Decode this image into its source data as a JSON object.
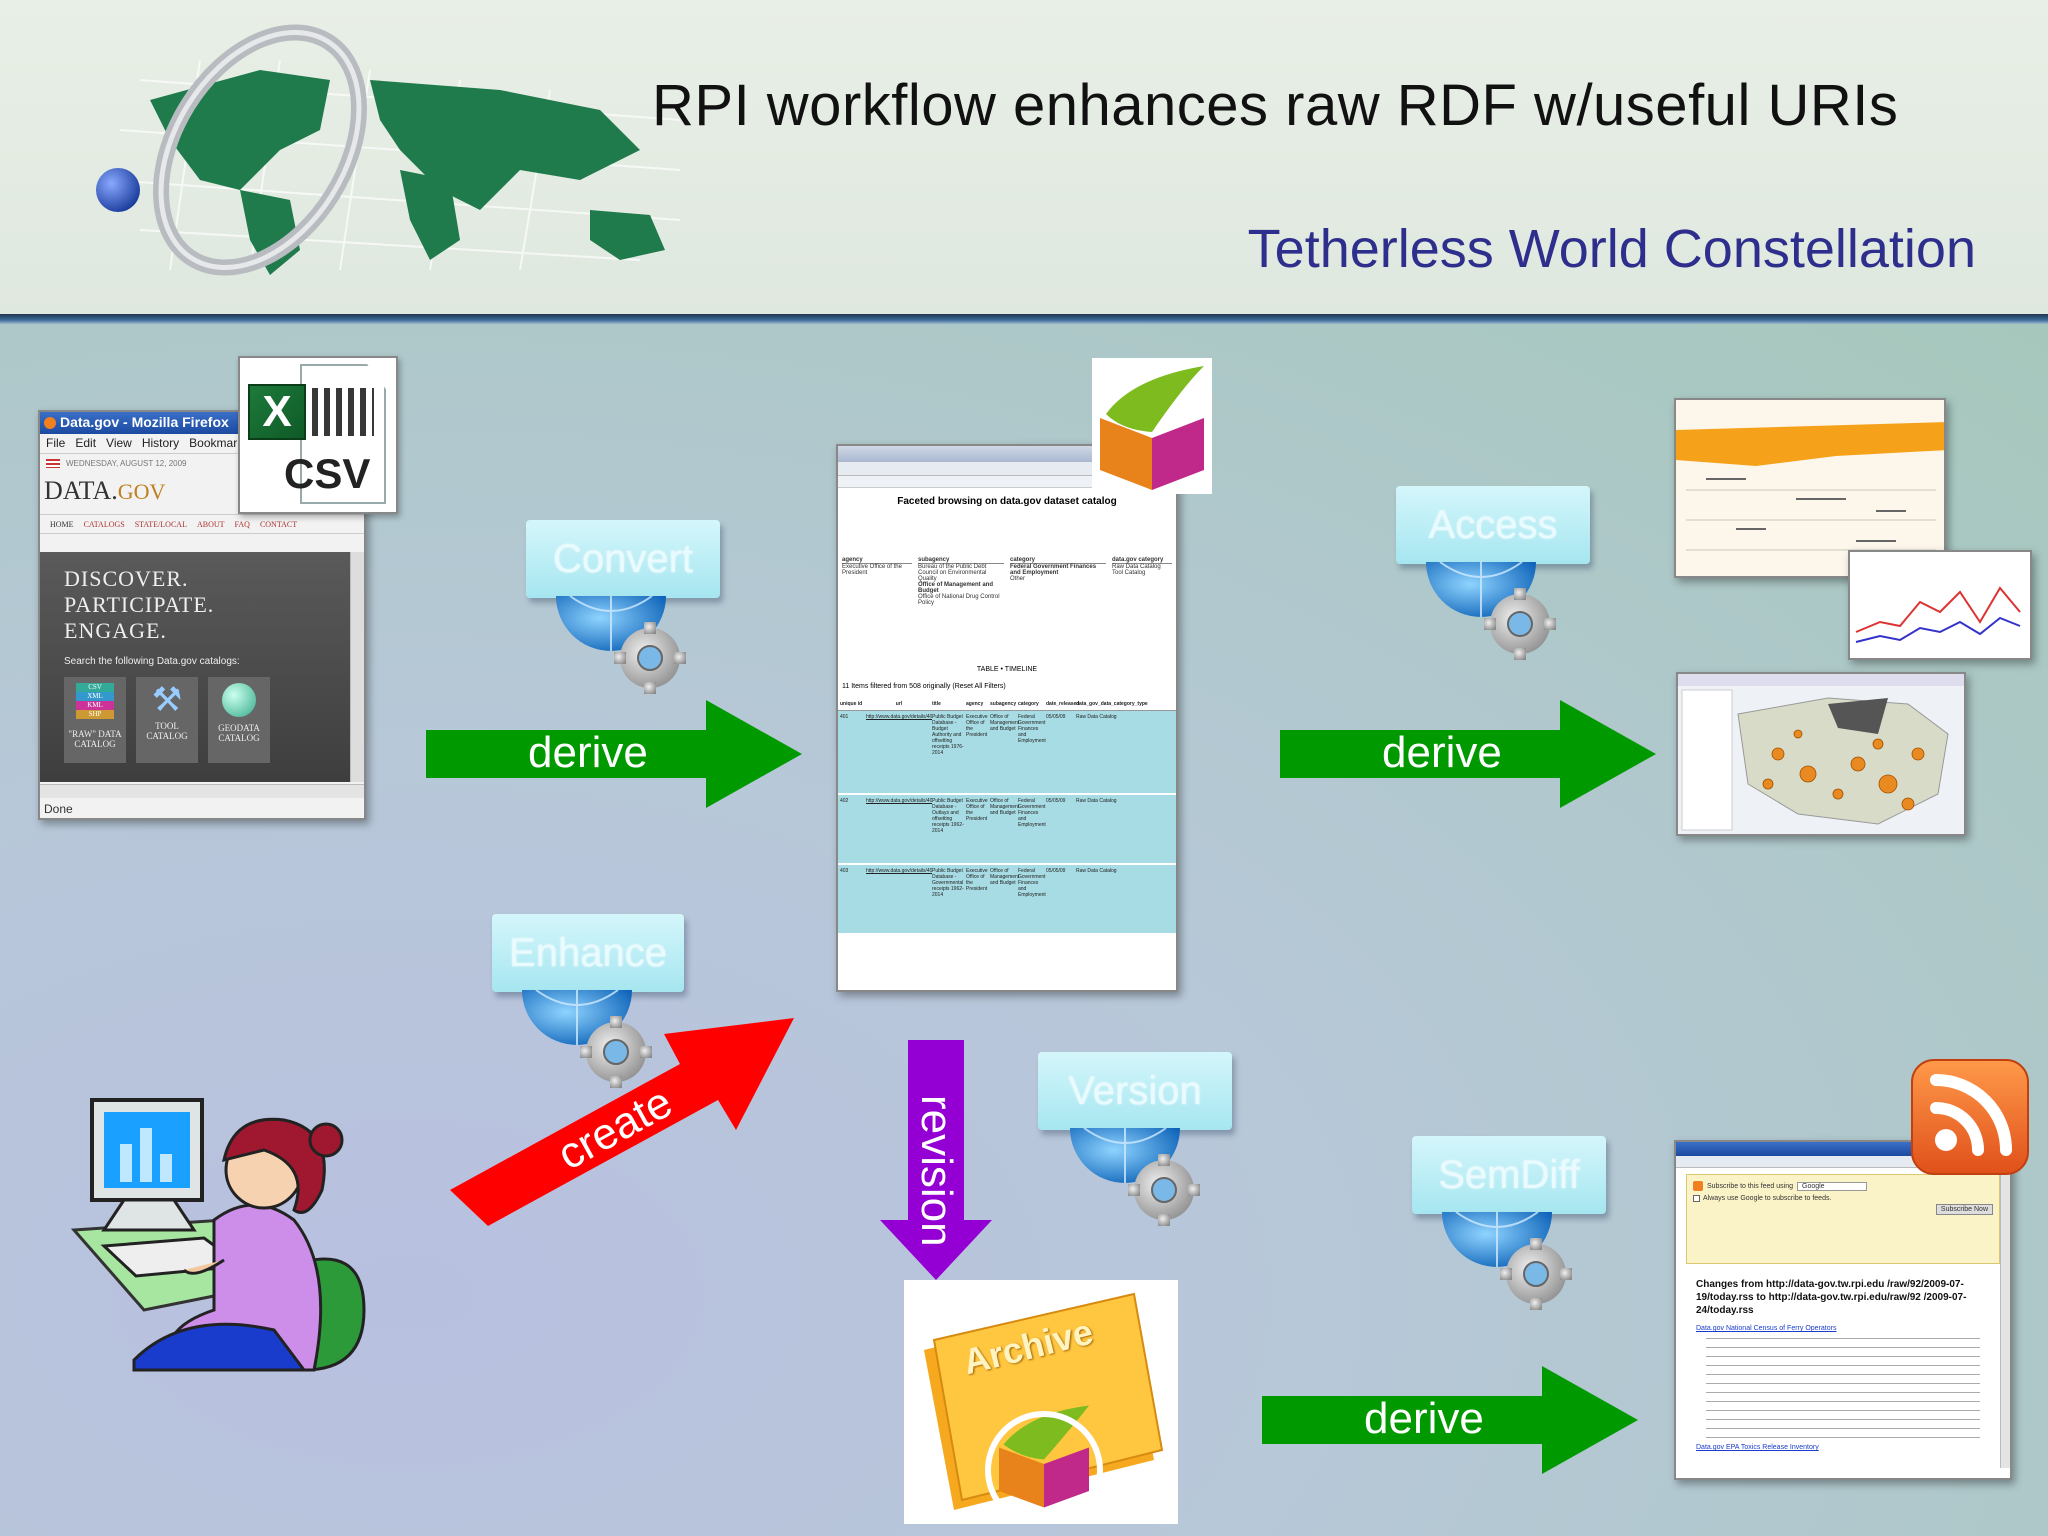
{
  "header": {
    "title": "RPI workflow enhances raw RDF w/useful URIs",
    "subtitle": "Tetherless World Constellation"
  },
  "steps": {
    "convert": "Convert",
    "enhance": "Enhance",
    "access": "Access",
    "version": "Version",
    "semdiff": "SemDiff"
  },
  "arrows": {
    "derive_1": "derive",
    "derive_2": "derive",
    "derive_3": "derive",
    "create": "create",
    "revision": "revision"
  },
  "csv_icon": {
    "label": "CSV"
  },
  "archive_icon": {
    "label": "Archive"
  },
  "datagov_window": {
    "window_title": "Data.gov - Mozilla Firefox",
    "menu": [
      "File",
      "Edit",
      "View",
      "History",
      "Bookmarks"
    ],
    "date": "WEDNESDAY, AUGUST 12, 2009",
    "logo_main": "DATA.",
    "logo_sub": "GOV",
    "nav": [
      "HOME",
      "CATALOGS",
      "STATE/LOCAL",
      "ABOUT",
      "FAQ",
      "CONTACT"
    ],
    "tagline": [
      "DISCOVER.",
      "PARTICIPATE.",
      "ENGAGE."
    ],
    "search_text": "Search the following Data.gov catalogs:",
    "catalogs": [
      "\"RAW\" DATA CATALOG",
      "TOOL CATALOG",
      "GEODATA CATALOG"
    ],
    "badges": [
      "CSV",
      "XML",
      "KML",
      "SHP"
    ],
    "status": "Done"
  },
  "faceted_window": {
    "heading": "Faceted browsing on data.gov dataset catalog",
    "facets": [
      "agency",
      "subagency",
      "category",
      "data.gov category"
    ],
    "facet_agency": [
      "Executive Office of the President"
    ],
    "facet_subagency": [
      "Bureau of the Public Debt",
      "Council on Environmental Quality",
      "Office of Management and Budget",
      "Office of National Drug Control Policy"
    ],
    "facet_category": [
      "Federal Government Finances and Employment",
      "Other"
    ],
    "facet_datagov": [
      "Raw Data Catalog",
      "Tool Catalog"
    ],
    "view_toggle": "TABLE • TIMELINE",
    "count_text": "11 Items filtered from 508 originally (Reset All Filters)",
    "columns": [
      "unique id",
      "url",
      "title",
      "agency",
      "subagency",
      "category",
      "date_released",
      "data_gov_data_category_type"
    ],
    "rows": [
      [
        "401",
        "http://www.data.gov/details/401",
        "Public Budget Database - Budget Authority and offsetting receipts 1976-2014",
        "Executive Office of the President",
        "Office of Management and Budget",
        "Federal Government Finances and Employment",
        "05/05/09",
        "Raw Data Catalog"
      ],
      [
        "402",
        "http://www.data.gov/details/402",
        "Public Budget Database - Outlays and offsetting receipts 1962-2014",
        "Executive Office of the President",
        "Office of Management and Budget",
        "Federal Government Finances and Employment",
        "05/05/09",
        "Raw Data Catalog"
      ],
      [
        "403",
        "http://www.data.gov/details/403",
        "Public Budget Database - Governmental receipts 1962-2014",
        "Executive Office of the President",
        "Office of Management and Budget",
        "Federal Government Finances and Employment",
        "05/05/09",
        "Raw Data Catalog"
      ]
    ]
  },
  "feed_window": {
    "subscribe_text": "Subscribe to this feed using",
    "reader": "Google",
    "always_text": "Always use Google to subscribe to feeds.",
    "subscribe_button": "Subscribe Now",
    "changes_heading": "Changes from http://data-gov.tw.rpi.edu /raw/92/2009-07-19/today.rss to http://data-gov.tw.rpi.edu/raw/92 /2009-07-24/today.rss",
    "item_1": "Data.gov National Census of Ferry Operators",
    "item_2": "Data.gov EPA Toxics Release Inventory"
  },
  "colors": {
    "derive_arrow": "#009a00",
    "create_arrow": "#ff0000",
    "revision_arrow": "#9400d3",
    "title_text": "#111111",
    "subtitle_text": "#2e2e8c"
  }
}
